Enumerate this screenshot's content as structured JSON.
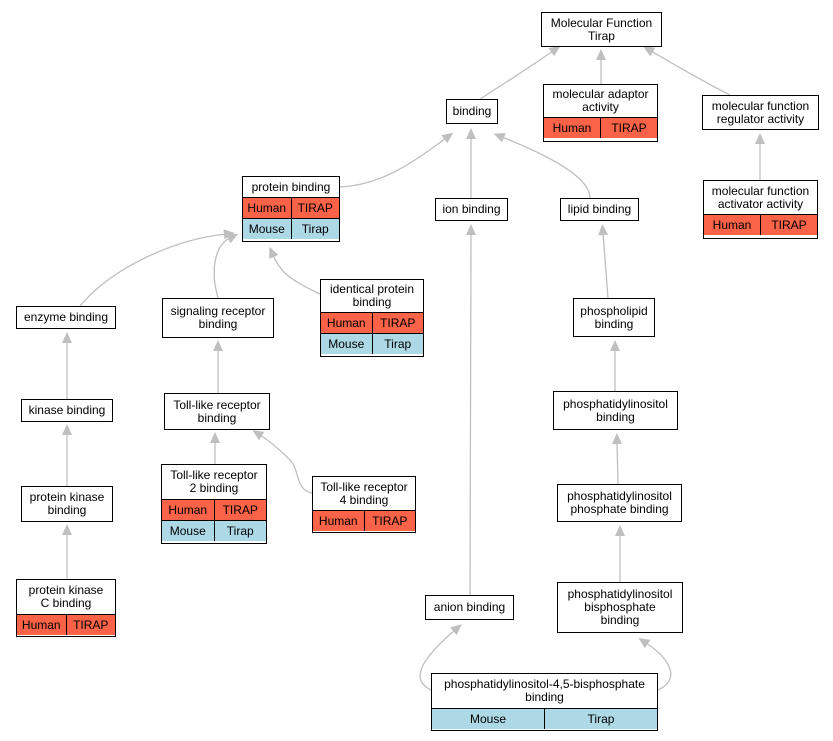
{
  "colors": {
    "human": "#fa6347",
    "mouse": "#add8e6",
    "edge": "#bfbfbf"
  },
  "nodes": {
    "molecular_function": {
      "title": "Molecular Function\nTirap",
      "rows": []
    },
    "binding": {
      "title": "binding",
      "rows": []
    },
    "molecular_adaptor_activity": {
      "title": "molecular adaptor\nactivity",
      "rows": [
        [
          "Human",
          "TIRAP"
        ]
      ]
    },
    "molecular_function_regulator_activity": {
      "title": "molecular function\nregulator activity",
      "rows": []
    },
    "molecular_function_activator_activity": {
      "title": "molecular function\nactivator activity",
      "rows": [
        [
          "Human",
          "TIRAP"
        ]
      ]
    },
    "protein_binding": {
      "title": "protein binding",
      "rows": [
        [
          "Human",
          "TIRAP"
        ],
        [
          "Mouse",
          "Tirap"
        ]
      ]
    },
    "ion_binding": {
      "title": "ion binding",
      "rows": []
    },
    "lipid_binding": {
      "title": "lipid binding",
      "rows": []
    },
    "enzyme_binding": {
      "title": "enzyme binding",
      "rows": []
    },
    "signaling_receptor_binding": {
      "title": "signaling receptor\nbinding",
      "rows": []
    },
    "identical_protein_binding": {
      "title": "identical protein\nbinding",
      "rows": [
        [
          "Human",
          "TIRAP"
        ],
        [
          "Mouse",
          "Tirap"
        ]
      ]
    },
    "phospholipid_binding": {
      "title": "phospholipid\nbinding",
      "rows": []
    },
    "kinase_binding": {
      "title": "kinase binding",
      "rows": []
    },
    "toll_like_receptor_binding": {
      "title": "Toll-like receptor\nbinding",
      "rows": []
    },
    "phosphatidylinositol_binding": {
      "title": "phosphatidylinositol\nbinding",
      "rows": []
    },
    "protein_kinase_binding": {
      "title": "protein kinase\nbinding",
      "rows": []
    },
    "toll_like_receptor_2_binding": {
      "title": "Toll-like receptor\n2 binding",
      "rows": [
        [
          "Human",
          "TIRAP"
        ],
        [
          "Mouse",
          "Tirap"
        ]
      ]
    },
    "toll_like_receptor_4_binding": {
      "title": "Toll-like receptor\n4 binding",
      "rows": [
        [
          "Human",
          "TIRAP"
        ]
      ]
    },
    "phosphatidylinositol_phosphate_binding": {
      "title": "phosphatidylinositol\nphosphate binding",
      "rows": []
    },
    "protein_kinase_c_binding": {
      "title": "protein kinase\nC binding",
      "rows": [
        [
          "Human",
          "TIRAP"
        ]
      ]
    },
    "anion_binding": {
      "title": "anion binding",
      "rows": []
    },
    "phosphatidylinositol_bisphosphate_binding": {
      "title": "phosphatidylinositol\nbisphosphate\nbinding",
      "rows": []
    },
    "pip2_binding": {
      "title": "phosphatidylinositol-4,5-bisphosphate\nbinding",
      "rows": [
        [
          "Mouse",
          "Tirap"
        ]
      ]
    }
  },
  "edges": [
    [
      "binding",
      "molecular_function"
    ],
    [
      "molecular_adaptor_activity",
      "molecular_function"
    ],
    [
      "molecular_function_regulator_activity",
      "molecular_function"
    ],
    [
      "molecular_function_activator_activity",
      "molecular_function_regulator_activity"
    ],
    [
      "protein_binding",
      "binding"
    ],
    [
      "ion_binding",
      "binding"
    ],
    [
      "lipid_binding",
      "binding"
    ],
    [
      "enzyme_binding",
      "protein_binding"
    ],
    [
      "signaling_receptor_binding",
      "protein_binding"
    ],
    [
      "identical_protein_binding",
      "protein_binding"
    ],
    [
      "kinase_binding",
      "enzyme_binding"
    ],
    [
      "protein_kinase_binding",
      "kinase_binding"
    ],
    [
      "protein_kinase_c_binding",
      "protein_kinase_binding"
    ],
    [
      "toll_like_receptor_binding",
      "signaling_receptor_binding"
    ],
    [
      "toll_like_receptor_2_binding",
      "toll_like_receptor_binding"
    ],
    [
      "toll_like_receptor_4_binding",
      "toll_like_receptor_binding"
    ],
    [
      "phospholipid_binding",
      "lipid_binding"
    ],
    [
      "phosphatidylinositol_binding",
      "phospholipid_binding"
    ],
    [
      "phosphatidylinositol_phosphate_binding",
      "phosphatidylinositol_binding"
    ],
    [
      "phosphatidylinositol_bisphosphate_binding",
      "phosphatidylinositol_phosphate_binding"
    ],
    [
      "pip2_binding",
      "phosphatidylinositol_bisphosphate_binding"
    ],
    [
      "anion_binding",
      "ion_binding"
    ],
    [
      "pip2_binding",
      "anion_binding"
    ]
  ]
}
